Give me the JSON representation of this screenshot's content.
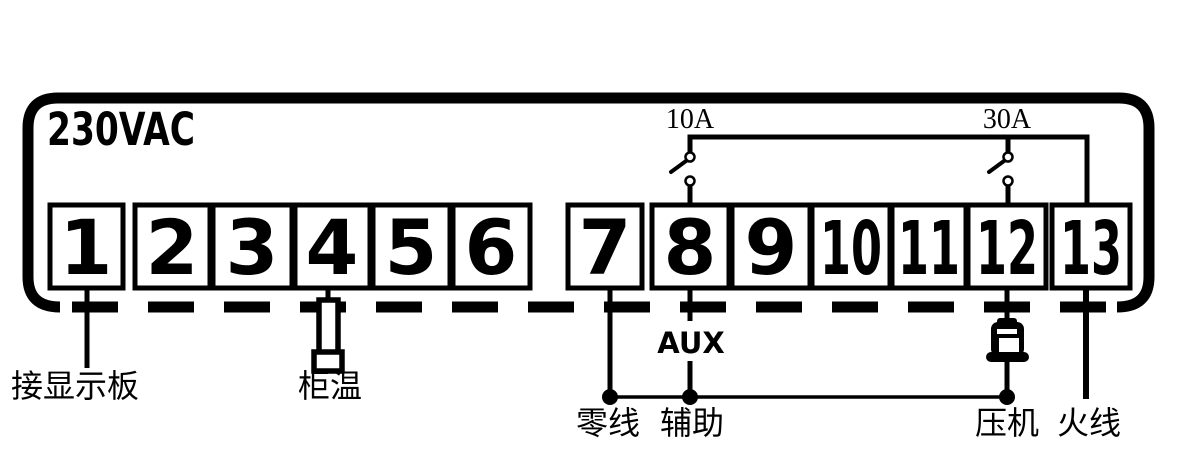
{
  "diagram": {
    "voltage_label": "230VAC",
    "fuse_left_label": "10A",
    "fuse_right_label": "30A",
    "aux_label": "AUX",
    "terminals_left": [
      "1",
      "2",
      "3",
      "4",
      "5",
      "6"
    ],
    "terminals_right": [
      "7",
      "8",
      "9",
      "10",
      "11",
      "12",
      "13"
    ],
    "labels": {
      "display_board": "接显示板",
      "cabinet_temp": "柜温",
      "neutral": "零线",
      "auxiliary": "辅助",
      "compressor": "压机",
      "live": "火线"
    },
    "colors": {
      "ink": "#000000",
      "paper": "#ffffff"
    }
  }
}
